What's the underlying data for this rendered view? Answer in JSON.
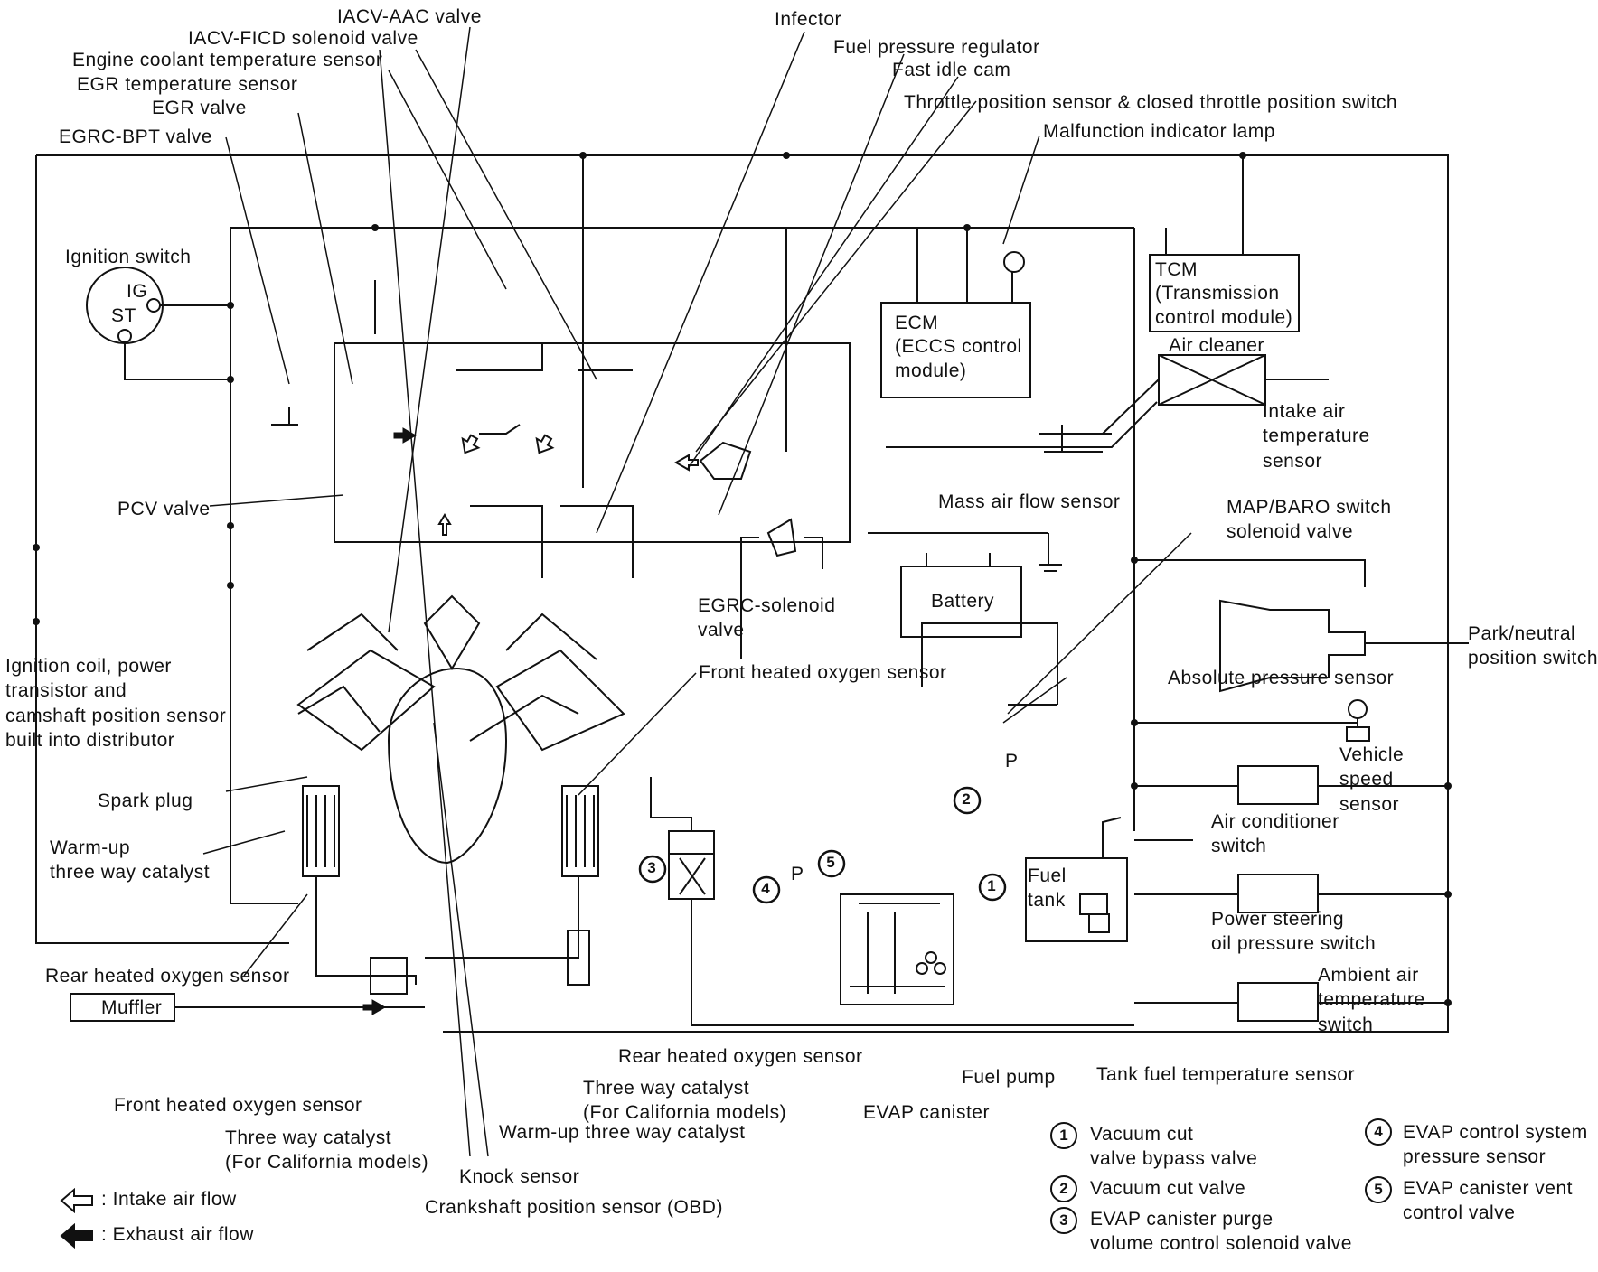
{
  "labels": {
    "iacv_aac": "IACV-AAC valve",
    "iacv_ficd": "IACV-FICD solenoid valve",
    "coolant_temp": "Engine coolant temperature sensor",
    "egr_temp": "EGR temperature sensor",
    "egr_valve": "EGR valve",
    "egrc_bpt": "EGRC-BPT valve",
    "injector": "Infector",
    "fuel_pressure_reg": "Fuel pressure regulator",
    "fast_idle_cam": "Fast idle cam",
    "throttle_pos": "Throttle position sensor & closed throttle position switch",
    "mil": "Malfunction indicator lamp",
    "ignition_switch": "Ignition switch",
    "ig": "IG",
    "st": "ST",
    "ecm": "ECM\n(ECCS control\nmodule)",
    "tcm": "TCM\n(Transmission\ncontrol module)",
    "air_cleaner": "Air cleaner",
    "intake_air_temp": "Intake air\ntemperature\nsensor",
    "maf": "Mass air flow sensor",
    "map_baro": "MAP/BARO switch\nsolenoid valve",
    "pcv": "PCV valve",
    "battery": "Battery",
    "egrc_solenoid": "EGRC-solenoid\nvalve",
    "park_neutral": "Park/neutral\nposition switch",
    "ignition_coil": "Ignition coil, power\ntransistor and\ncamshaft position sensor\nbuilt into distributor",
    "front_o2_top": "Front heated oxygen sensor",
    "abs_pressure": "Absolute pressure sensor",
    "vehicle_speed": "Vehicle\nspeed\nsensor",
    "spark_plug": "Spark plug",
    "warmup_cat_left": "Warm-up\nthree way catalyst",
    "ac_switch": "Air conditioner\nswitch",
    "fuel_tank": "Fuel\ntank",
    "ps_switch": "Power steering\noil pressure switch",
    "ambient_temp": "Ambient air\ntemperature\nswitch",
    "rear_o2_left": "Rear heated oxygen sensor",
    "muffler": "Muffler",
    "rear_o2_bottom": "Rear heated oxygen sensor",
    "three_way_cat_right": "Three way catalyst\n(For California models)",
    "fuel_pump": "Fuel pump",
    "tank_fuel_temp": "Tank fuel temperature sensor",
    "front_o2_bottom": "Front heated oxygen sensor",
    "three_way_cat_left": "Three way catalyst\n(For California models)",
    "warmup_cat_bottom": "Warm-up three way catalyst",
    "evap_canister": "EVAP canister",
    "knock_sensor": "Knock sensor",
    "crank_pos": "Crankshaft position sensor (OBD)",
    "p_mark": "P"
  },
  "legend": [
    {
      "num": "1",
      "text": "Vacuum cut\nvalve bypass valve"
    },
    {
      "num": "2",
      "text": "Vacuum cut valve"
    },
    {
      "num": "3",
      "text": "EVAP canister purge\nvolume control solenoid valve"
    },
    {
      "num": "4",
      "text": "EVAP control system\npressure sensor"
    },
    {
      "num": "5",
      "text": "EVAP canister vent\ncontrol valve"
    }
  ],
  "flow_keys": {
    "intake": ": Intake air flow",
    "exhaust": ": Exhaust air flow"
  },
  "callouts": [
    "1",
    "2",
    "3",
    "4",
    "5"
  ]
}
